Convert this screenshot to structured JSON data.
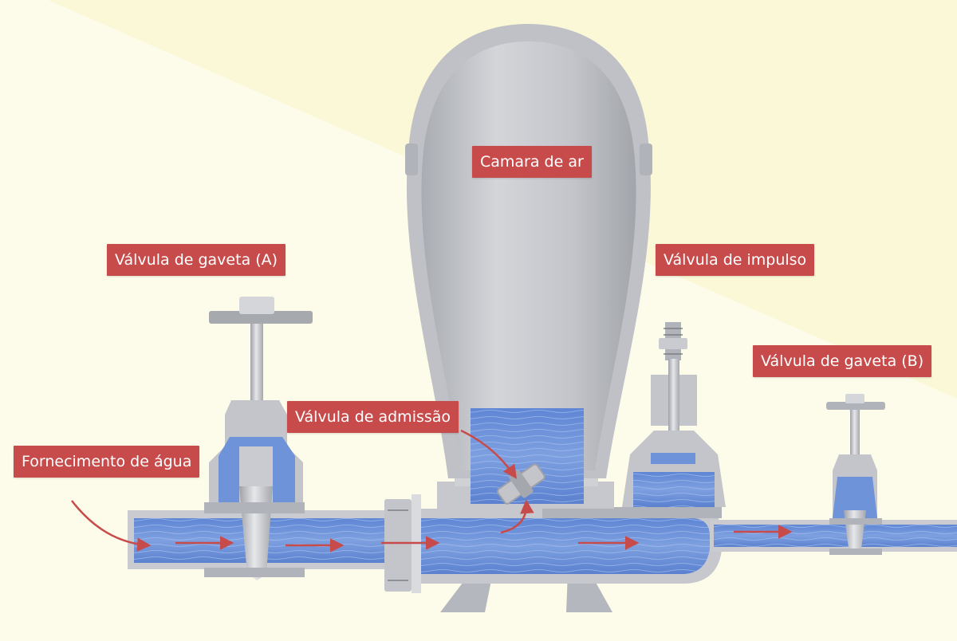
{
  "labels": {
    "camara_de_ar": "Camara de ar",
    "valvula_gaveta_a": "Válvula de gaveta (A)",
    "valvula_impulso": "Válvula de impulso",
    "valvula_gaveta_b": "Válvula de gaveta (B)",
    "valvula_admissao": "Válvula de admissão",
    "fornecimento_agua": "Fornecimento de água"
  },
  "colors": {
    "label_bg": "#c84b4b",
    "label_text": "#ffffff",
    "water": "#6f93d9",
    "metal": "#b9bcc2",
    "flow_arrow": "#c84b4b",
    "background_light": "#fdfcea",
    "background_cream": "#fbf8d8"
  }
}
